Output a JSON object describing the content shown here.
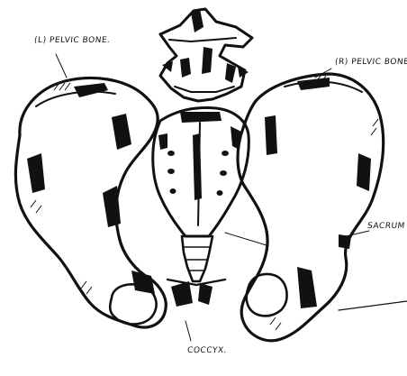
{
  "labels": {
    "left_pelvic_bone": "(L) PELVIC BONE.",
    "right_pelvic_bone": "(R) PELVIC BONE",
    "sacrum": "SACRUM",
    "coccyx": "COCCYX."
  },
  "colors": {
    "ink": "#111111",
    "paper": "#ffffff"
  }
}
